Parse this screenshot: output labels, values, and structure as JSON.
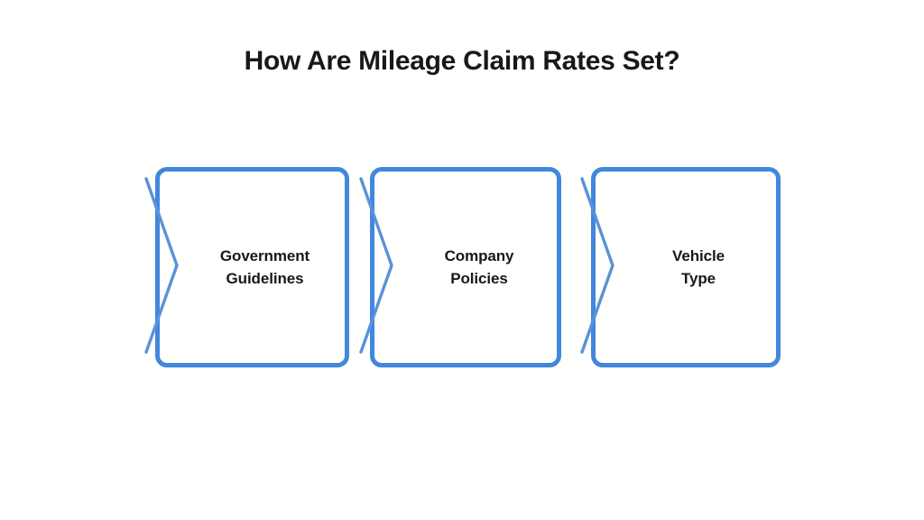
{
  "page": {
    "background_color": "#fffffd",
    "title": "How Are Mileage Claim Rates Set?"
  },
  "theme": {
    "accent_color": "#4287de",
    "text_color": "#16181c"
  },
  "diagram": {
    "type": "process-flow-chevrons",
    "steps": [
      {
        "label_line1": "Government",
        "label_line2": "Guidelines",
        "chevron_icon": "chevron-right-icon"
      },
      {
        "label_line1": "Company",
        "label_line2": "Policies",
        "chevron_icon": "chevron-right-icon"
      },
      {
        "label_line1": "Vehicle",
        "label_line2": "Type",
        "chevron_icon": "chevron-right-icon"
      }
    ]
  }
}
